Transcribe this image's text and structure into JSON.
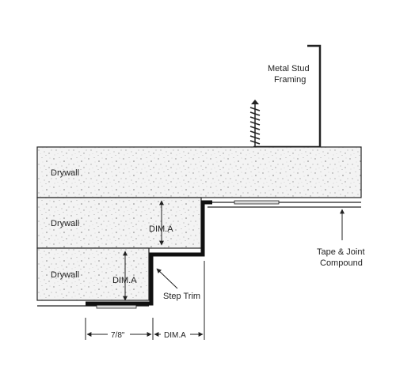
{
  "labels": {
    "metal_stud_line1": "Metal Stud",
    "metal_stud_line2": "Framing",
    "drywall_top": "Drywall",
    "drywall_mid": "Drywall",
    "drywall_bottom": "Drywall",
    "dim_a_upper": "DIM.A",
    "dim_a_lower": "DIM.A",
    "dim_a_bottom": "DIM.A",
    "step_trim": "Step Trim",
    "tape_line1": "Tape & Joint",
    "tape_line2": "Compound",
    "seven_eighths": "7/8\""
  },
  "colors": {
    "line": "#222222",
    "drywall_fill": "#f2f2f2",
    "speckle": "#9a9a9a",
    "trim": "#111111"
  },
  "icons": {
    "screw": "screw-icon",
    "arrow": "arrow-icon"
  }
}
